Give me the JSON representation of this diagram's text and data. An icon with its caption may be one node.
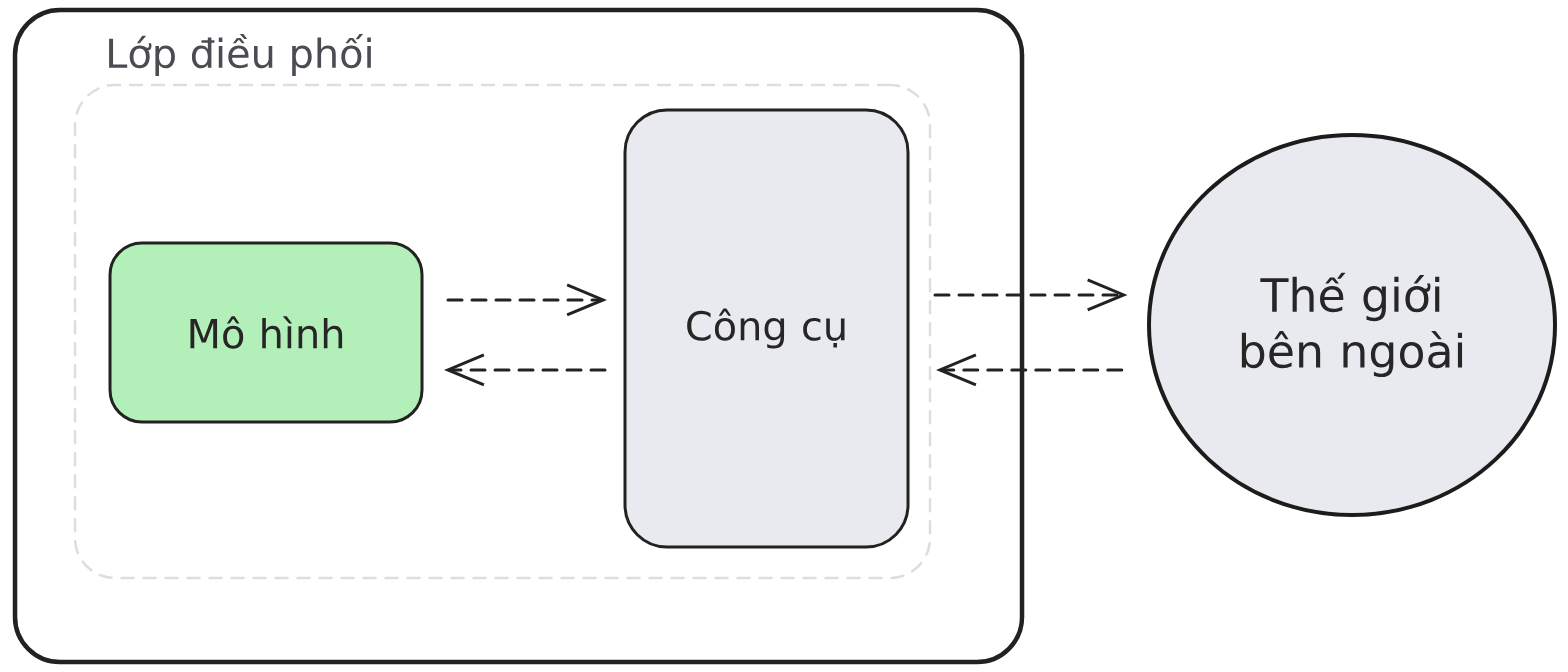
{
  "diagram": {
    "nodes": [
      {
        "text": [
          "Lớp điều phối"
        ]
      },
      {
        "text": [],
        "shape": "box",
        "in": 0
      },
      {
        "text": [
          "Mô hình"
        ],
        "in": 1
      },
      {
        "text": [
          "Công cụ"
        ],
        "in": 1
      },
      {
        "text": [
          "Thế giới bên ngoài"
        ]
      }
    ],
    "edges": [
      {
        "from": 2,
        "to": 3,
        "arrow": "to",
        "style": "dashed"
      },
      {
        "from": 3,
        "to": 2,
        "arrow": "to",
        "style": "dashed"
      },
      {
        "from": 3,
        "to": 4,
        "arrow": "to",
        "style": "dashed"
      },
      {
        "from": 4,
        "to": 3,
        "arrow": "to",
        "style": "dashed"
      }
    ]
  }
}
